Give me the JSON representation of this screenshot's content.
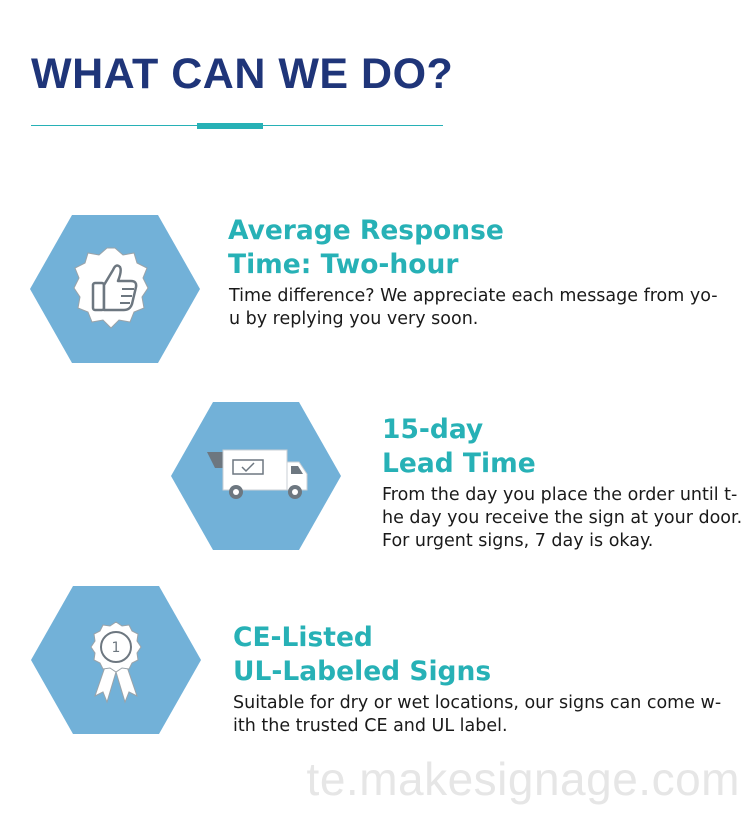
{
  "header": {
    "title": "WHAT CAN WE DO?"
  },
  "accent_color": "#27b1b6",
  "title_color": "#1f3579",
  "hex_color": "#72b1d8",
  "features": [
    {
      "icon": "thumbs-up-badge-icon",
      "title_lines": [
        "Average Response",
        "Time: Two-hour"
      ],
      "text_lines": [
        "Time difference? We appreciate each message from yo-",
        "u by replying you very soon."
      ]
    },
    {
      "icon": "delivery-truck-icon",
      "title_lines": [
        "15-day",
        "Lead Time"
      ],
      "text_lines": [
        "From the day you place the order until t-",
        "he day you receive the sign at your door.",
        "For urgent signs, 7 day is okay."
      ]
    },
    {
      "icon": "award-ribbon-icon",
      "badge_number": "1",
      "title_lines": [
        "CE-Listed",
        "UL-Labeled Signs"
      ],
      "text_lines": [
        "Suitable for dry or wet locations, our signs can come w-",
        "ith the trusted CE and UL label."
      ]
    }
  ],
  "watermark": "te.makesignage.com"
}
